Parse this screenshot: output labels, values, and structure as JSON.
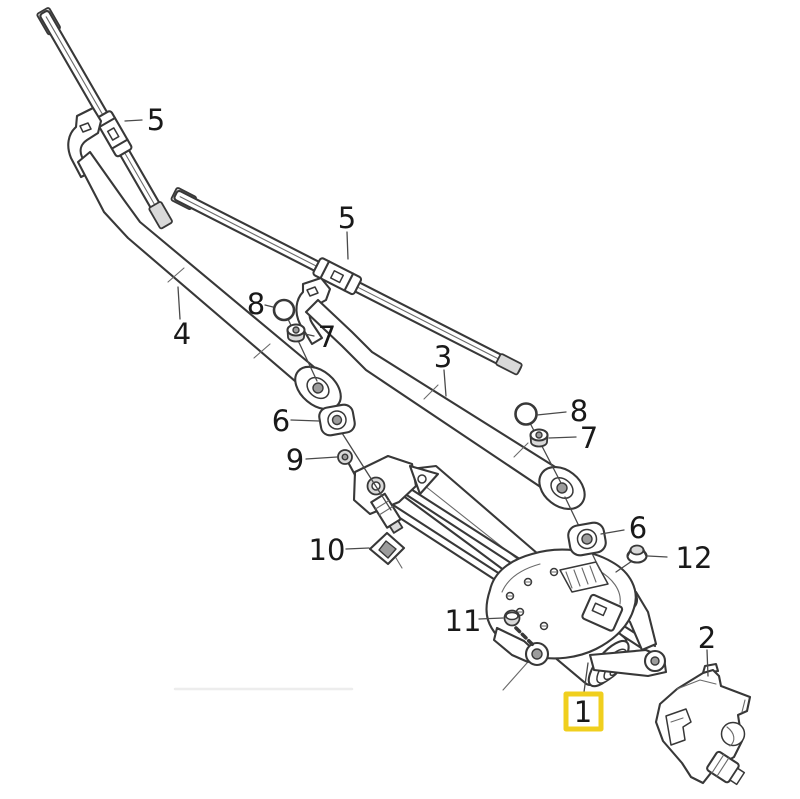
{
  "diagram": {
    "type": "exploded-parts-diagram",
    "subject": "windshield-wiper-system",
    "background_color": "#ffffff",
    "line_color": "#383838",
    "highlight_color": "#f0cf1e",
    "callouts": [
      {
        "label": "5",
        "part": "wiper-blade-left"
      },
      {
        "label": "5",
        "part": "wiper-blade-right"
      },
      {
        "label": "4",
        "part": "wiper-arm-left"
      },
      {
        "label": "3",
        "part": "wiper-arm-right"
      },
      {
        "label": "8",
        "part": "o-ring-left"
      },
      {
        "label": "7",
        "part": "arm-nut-left"
      },
      {
        "label": "8",
        "part": "o-ring-right"
      },
      {
        "label": "7",
        "part": "arm-nut-right"
      },
      {
        "label": "6",
        "part": "pivot-grommet-left"
      },
      {
        "label": "9",
        "part": "pivot-screw"
      },
      {
        "label": "10",
        "part": "mount-bracket"
      },
      {
        "label": "6",
        "part": "pivot-grommet-right"
      },
      {
        "label": "12",
        "part": "spindle-cap"
      },
      {
        "label": "11",
        "part": "motor-screw"
      },
      {
        "label": "2",
        "part": "motor-cover"
      },
      {
        "label": "1",
        "part": "wiper-motor-and-linkage",
        "highlighted": true
      }
    ]
  }
}
